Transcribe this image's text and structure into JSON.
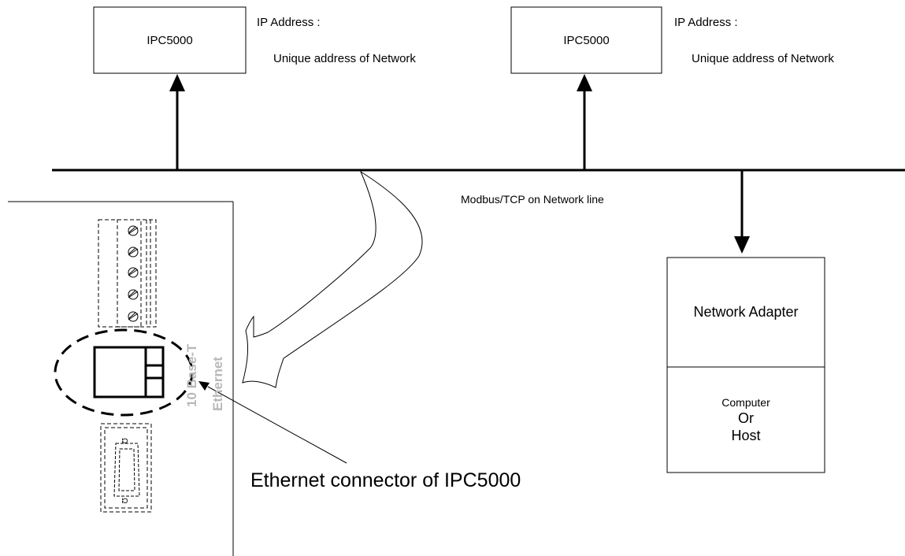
{
  "devices": [
    {
      "name": "IPC5000",
      "ip_label": "IP Address  :",
      "ip_desc": "Unique address of Network"
    },
    {
      "name": "IPC5000",
      "ip_label": "IP Address  :",
      "ip_desc": "Unique address of Network"
    }
  ],
  "network": {
    "label": "Modbus/TCP on Network line"
  },
  "host": {
    "adapter_label": "Network Adapter",
    "computer_lines": [
      "Computer",
      "Or",
      "Host"
    ]
  },
  "panel": {
    "port_label_1": "10 Base-T",
    "port_label_2": "Ethernet"
  },
  "callout": {
    "text": "Ethernet connector of IPC5000"
  }
}
